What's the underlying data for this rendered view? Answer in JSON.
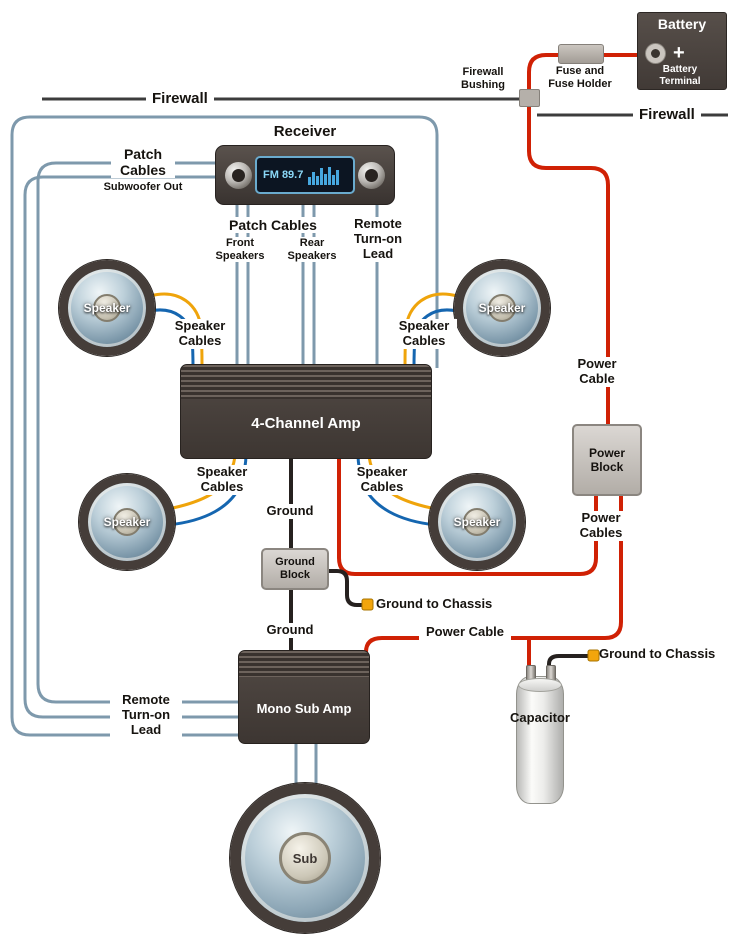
{
  "colors": {
    "wire_power": "#d02105",
    "wire_ground": "#26211f",
    "wire_signal": "#7e99ac",
    "wire_speaker_yellow": "#efa40b",
    "wire_speaker_blue": "#1566b0",
    "terminal_yellow": "#f2a50c",
    "component_dark": "#4a423e",
    "block_gray": "#c9c5c1"
  },
  "components": {
    "battery": {
      "label": "Battery",
      "plus": "+",
      "terminal_label": "Battery\nTerminal"
    },
    "fuse_holder": {
      "label": "Fuse and\nFuse Holder"
    },
    "firewall": {
      "label_left": "Firewall",
      "label_right": "Firewall",
      "bushing_label": "Firewall\nBushing"
    },
    "receiver": {
      "label": "Receiver",
      "display_text": "FM 89.7"
    },
    "amp_4channel": {
      "label": "4-Channel Amp"
    },
    "amp_mono": {
      "label": "Mono Sub Amp"
    },
    "power_block": {
      "label": "Power\nBlock"
    },
    "ground_block": {
      "label": "Ground\nBlock"
    },
    "capacitor": {
      "label": "Capacitor"
    },
    "speaker": {
      "label": "Speaker"
    },
    "subwoofer": {
      "label": "Sub"
    }
  },
  "wire_labels": {
    "patch_cables_stacked": "Patch\nCables",
    "subwoofer_out": "Subwoofer Out",
    "patch_cables": "Patch Cables",
    "front_speakers": "Front\nSpeakers",
    "rear_speakers": "Rear\nSpeakers",
    "remote_turn_on_lead": "Remote\nTurn-on\nLead",
    "speaker_cables": "Speaker\nCables",
    "power_cable_stacked": "Power\nCable",
    "power_cable": "Power Cable",
    "power_cables": "Power\nCables",
    "ground": "Ground",
    "ground_to_chassis": "Ground to Chassis"
  }
}
